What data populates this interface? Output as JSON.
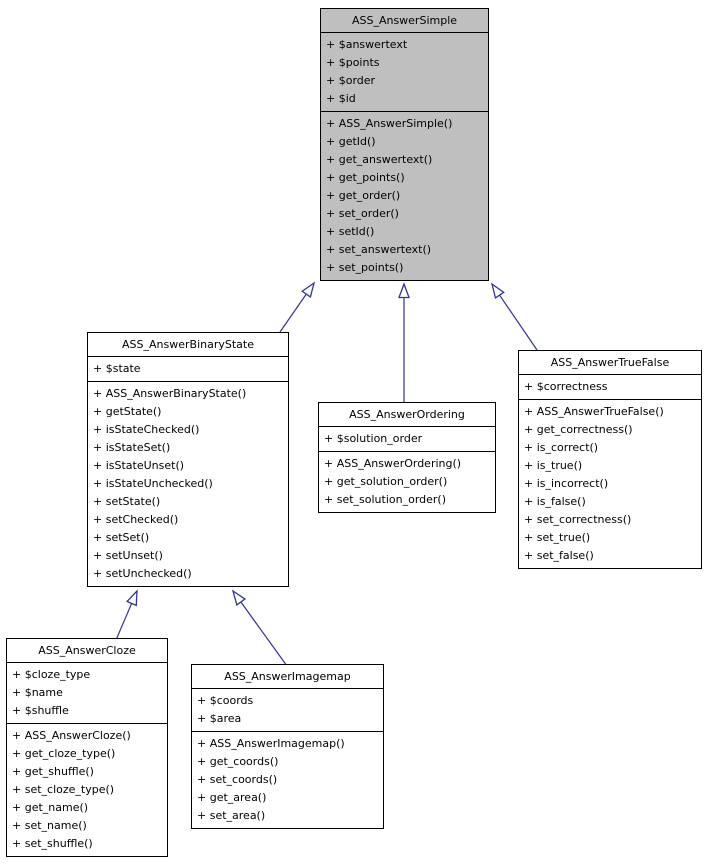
{
  "diagram": {
    "type": "uml-class-inheritance",
    "background_color": "#ffffff",
    "arrow_color": "#32329b",
    "box_border_color": "#000000",
    "highlighted_node_fill": "#bfbfbf",
    "node_fill": "#ffffff"
  },
  "classes": [
    {
      "name": "ASS_AnswerSimple",
      "highlighted": true,
      "attributes": [
        "+ $answertext",
        "+ $points",
        "+ $order",
        "+ $id"
      ],
      "methods": [
        "+ ASS_AnswerSimple()",
        "+ getId()",
        "+ get_answertext()",
        "+ get_points()",
        "+ get_order()",
        "+ set_order()",
        "+ setId()",
        "+ set_answertext()",
        "+ set_points()"
      ]
    },
    {
      "name": "ASS_AnswerBinaryState",
      "highlighted": false,
      "attributes": [
        "+ $state"
      ],
      "methods": [
        "+ ASS_AnswerBinaryState()",
        "+ getState()",
        "+ isStateChecked()",
        "+ isStateSet()",
        "+ isStateUnset()",
        "+ isStateUnchecked()",
        "+ setState()",
        "+ setChecked()",
        "+ setSet()",
        "+ setUnset()",
        "+ setUnchecked()"
      ]
    },
    {
      "name": "ASS_AnswerOrdering",
      "highlighted": false,
      "attributes": [
        "+ $solution_order"
      ],
      "methods": [
        "+ ASS_AnswerOrdering()",
        "+ get_solution_order()",
        "+ set_solution_order()"
      ]
    },
    {
      "name": "ASS_AnswerTrueFalse",
      "highlighted": false,
      "attributes": [
        "+ $correctness"
      ],
      "methods": [
        "+ ASS_AnswerTrueFalse()",
        "+ get_correctness()",
        "+ is_correct()",
        "+ is_true()",
        "+ is_incorrect()",
        "+ is_false()",
        "+ set_correctness()",
        "+ set_true()",
        "+ set_false()"
      ]
    },
    {
      "name": "ASS_AnswerCloze",
      "highlighted": false,
      "attributes": [
        "+ $cloze_type",
        "+ $name",
        "+ $shuffle"
      ],
      "methods": [
        "+ ASS_AnswerCloze()",
        "+ get_cloze_type()",
        "+ get_shuffle()",
        "+ set_cloze_type()",
        "+ get_name()",
        "+ set_name()",
        "+ set_shuffle()"
      ]
    },
    {
      "name": "ASS_AnswerImagemap",
      "highlighted": false,
      "attributes": [
        "+ $coords",
        "+ $area"
      ],
      "methods": [
        "+ ASS_AnswerImagemap()",
        "+ get_coords()",
        "+ set_coords()",
        "+ get_area()",
        "+ set_area()"
      ]
    }
  ],
  "edges": [
    {
      "from": "ASS_AnswerBinaryState",
      "to": "ASS_AnswerSimple",
      "type": "inheritance"
    },
    {
      "from": "ASS_AnswerOrdering",
      "to": "ASS_AnswerSimple",
      "type": "inheritance"
    },
    {
      "from": "ASS_AnswerTrueFalse",
      "to": "ASS_AnswerSimple",
      "type": "inheritance"
    },
    {
      "from": "ASS_AnswerCloze",
      "to": "ASS_AnswerBinaryState",
      "type": "inheritance"
    },
    {
      "from": "ASS_AnswerImagemap",
      "to": "ASS_AnswerBinaryState",
      "type": "inheritance"
    }
  ]
}
